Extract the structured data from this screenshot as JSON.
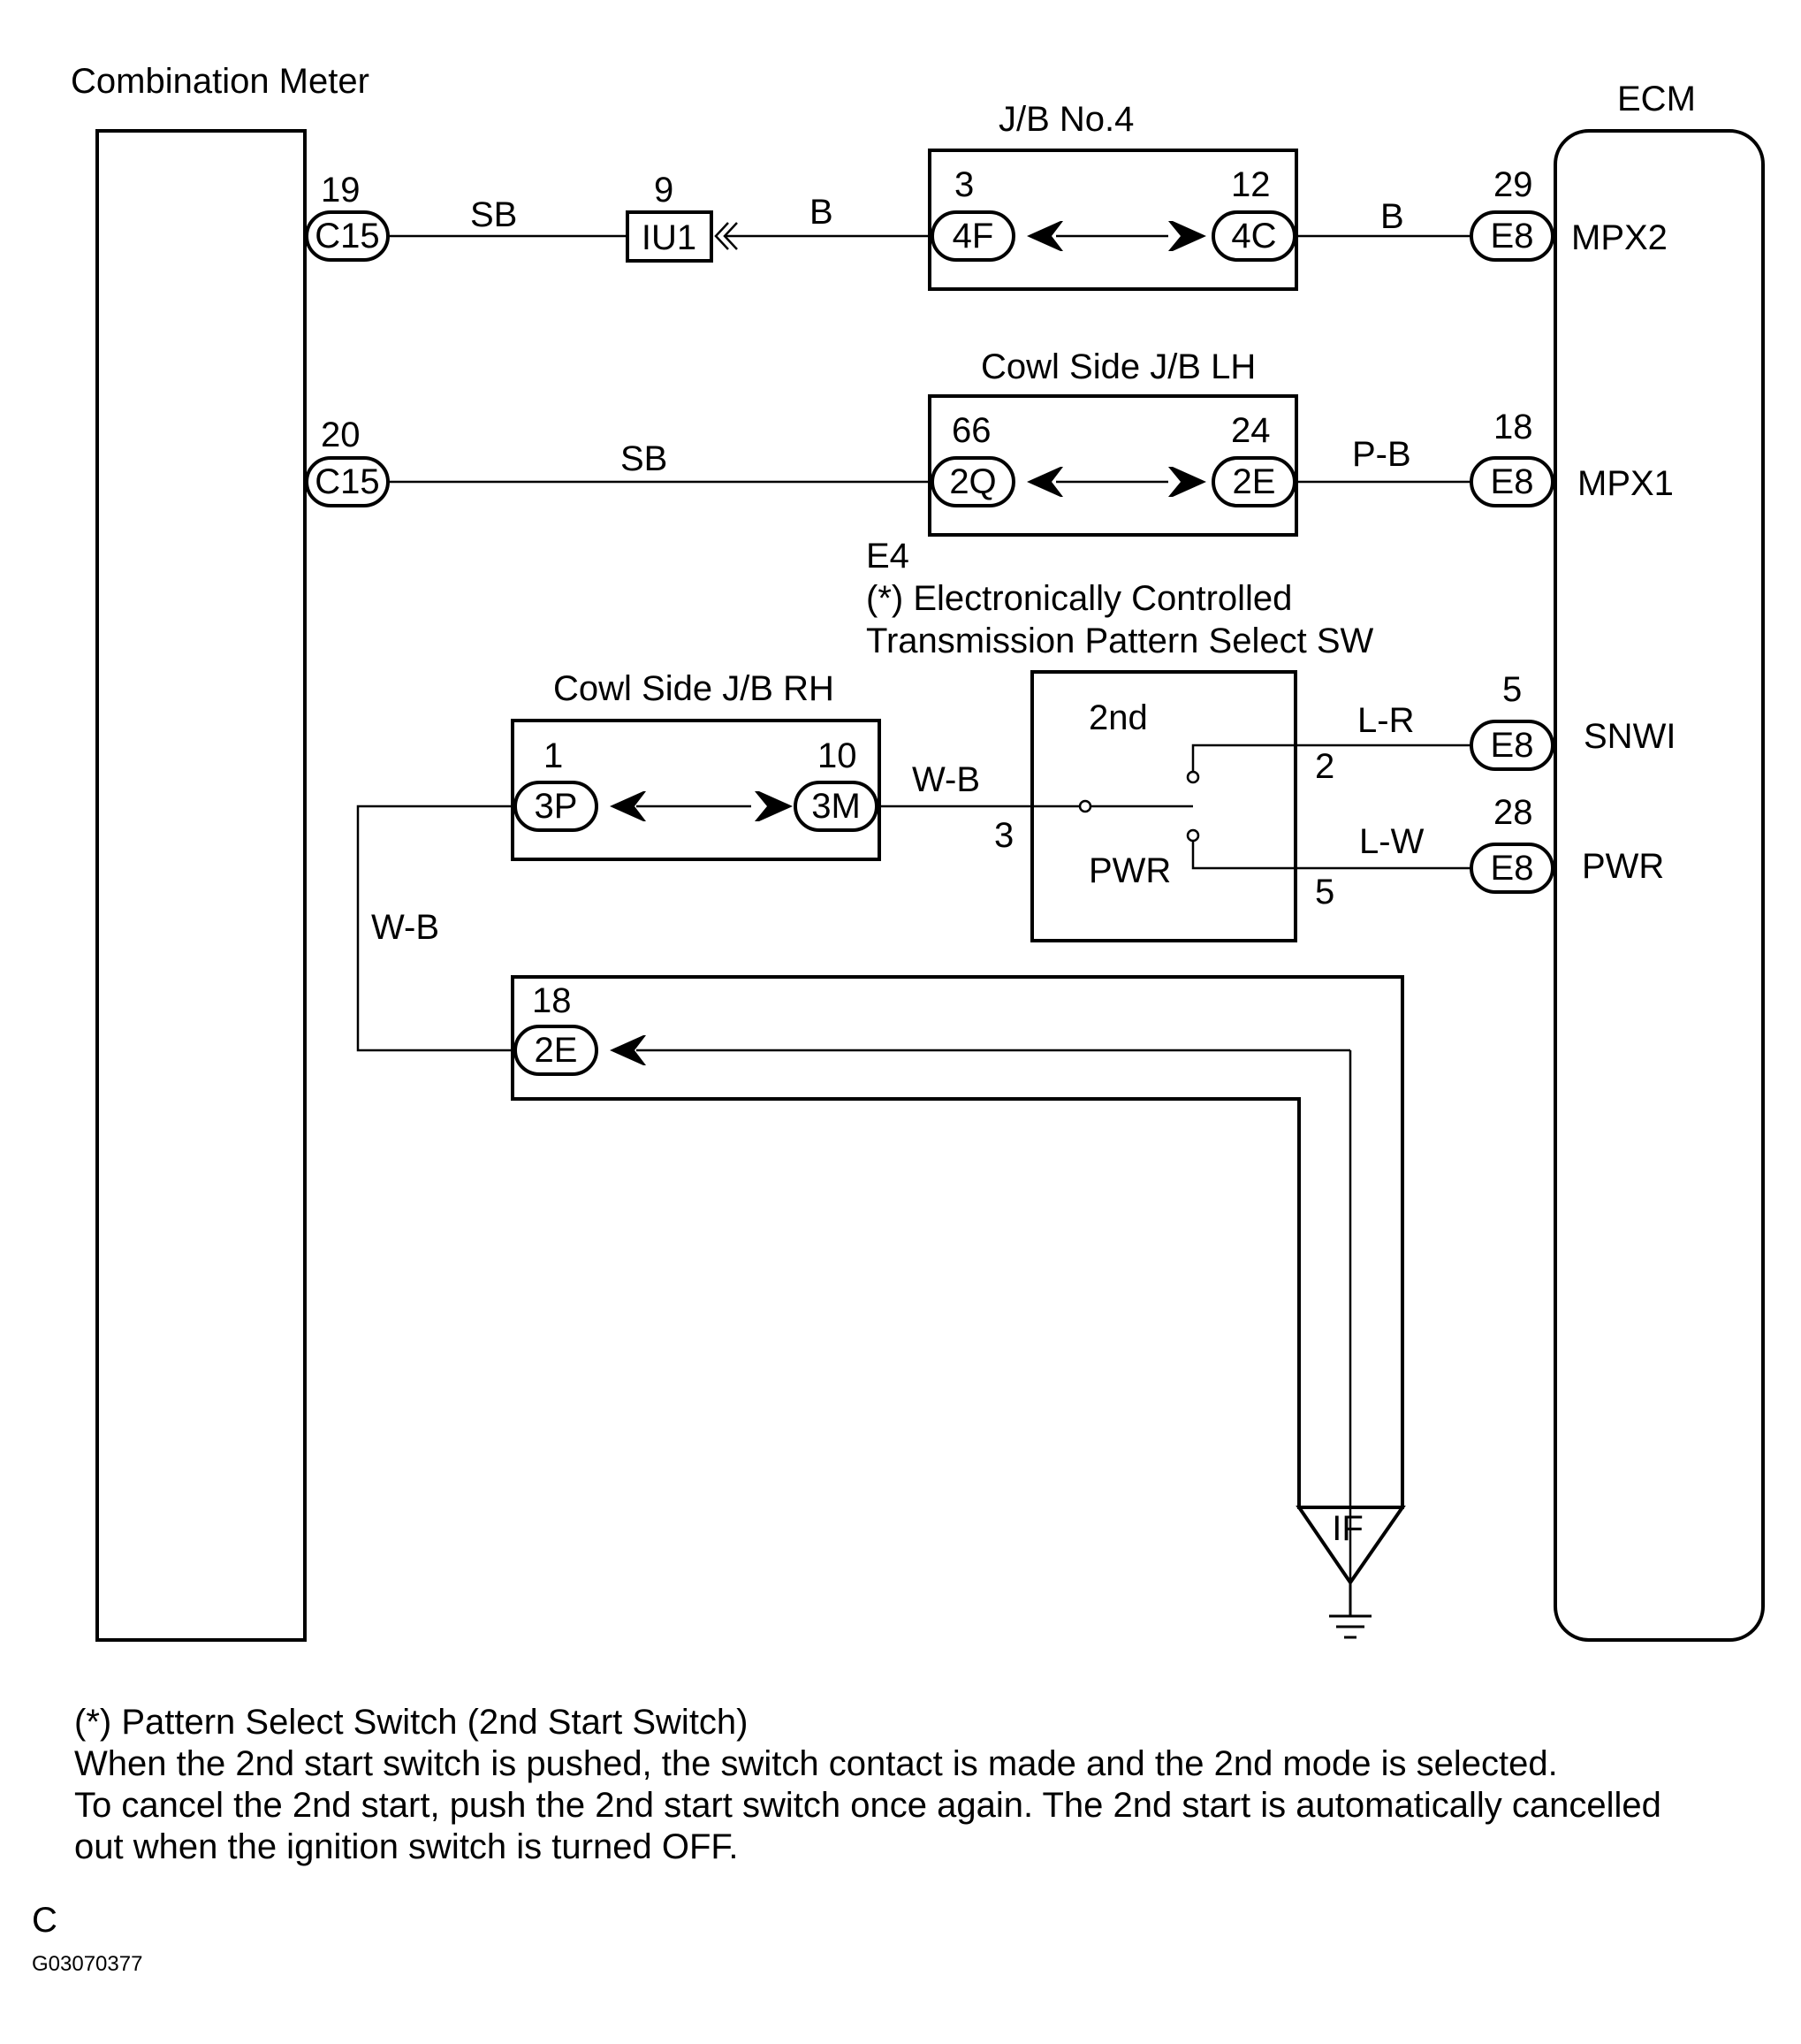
{
  "components": {
    "meter": "Combination Meter",
    "ecm": "ECM",
    "jb4": "J/B No.4",
    "cowl_lh": "Cowl Side J/B LH",
    "cowl_rh": "Cowl Side J/B RH",
    "switch_code": "E4",
    "switch_name_1": "(*) Electronically Controlled",
    "switch_name_2": "Transmission Pattern Select SW",
    "switch_2nd": "2nd",
    "switch_pwr": "PWR"
  },
  "connectors": {
    "c15_a": {
      "pin": "19",
      "code": "C15"
    },
    "c15_b": {
      "pin": "20",
      "code": "C15"
    },
    "iu1": {
      "pin": "9",
      "code": "IU1"
    },
    "jb4_left": {
      "pin": "3",
      "code": "4F"
    },
    "jb4_right": {
      "pin": "12",
      "code": "4C"
    },
    "lh_left": {
      "pin": "66",
      "code": "2Q"
    },
    "lh_right": {
      "pin": "24",
      "code": "2E"
    },
    "rh_left": {
      "pin": "1",
      "code": "3P"
    },
    "rh_right": {
      "pin": "10",
      "code": "3M"
    },
    "ground_jb": {
      "pin": "18",
      "code": "2E"
    },
    "e8_mpx2": {
      "pin": "29",
      "code": "E8",
      "terminal": "MPX2"
    },
    "e8_mpx1": {
      "pin": "18",
      "code": "E8",
      "terminal": "MPX1"
    },
    "e8_snwi": {
      "pin": "5",
      "code": "E8",
      "terminal": "SNWI"
    },
    "e8_pwr": {
      "pin": "28",
      "code": "E8",
      "terminal": "PWR"
    },
    "sw_pin_2": "2",
    "sw_pin_3": "3",
    "sw_pin_5": "5",
    "ground_code": "IF"
  },
  "wires": {
    "w1": "SB",
    "w2": "B",
    "w3": "B",
    "w4": "SB",
    "w5": "P-B",
    "w6": "W-B",
    "w7": "L-R",
    "w8": "L-W",
    "w9": "W-B"
  },
  "notes": [
    "(*) Pattern Select Switch (2nd Start Switch)",
    "When the 2nd start switch is pushed, the switch contact is made and the 2nd mode is selected.",
    "To cancel the 2nd start, push the 2nd start switch once again. The 2nd start is automatically cancelled",
    "out when the ignition switch is turned OFF."
  ],
  "footer": {
    "letter": "C",
    "figure_id": "G03070377"
  }
}
